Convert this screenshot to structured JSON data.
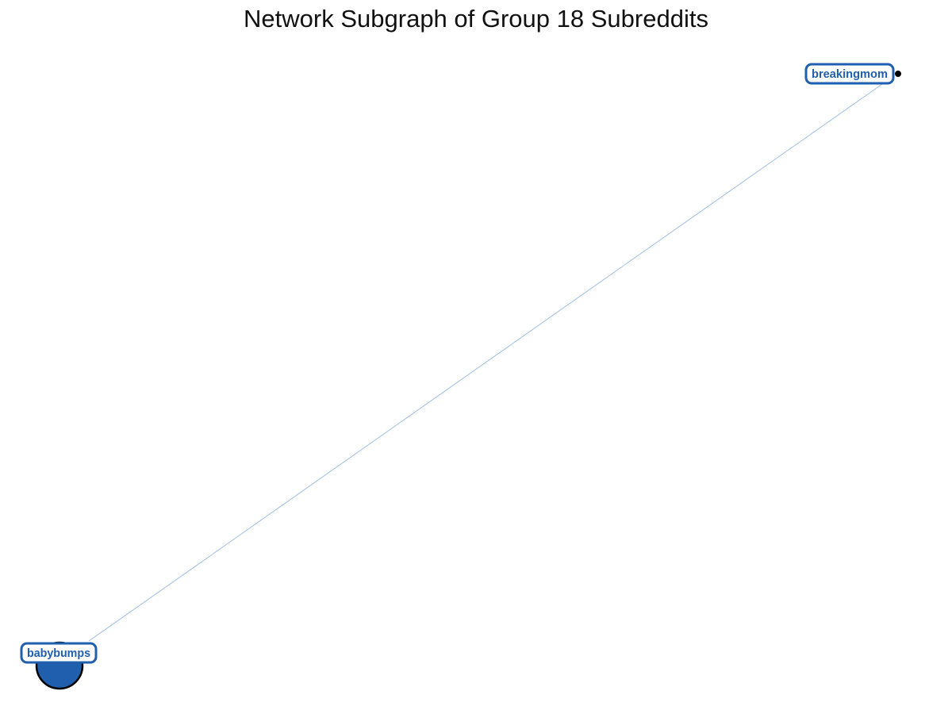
{
  "title": "Network Subgraph of Group 18 Subreddits",
  "colors": {
    "node_fill": "#1f5fad",
    "node_stroke": "#000000",
    "edge": "#9dbde6",
    "label_border": "#1f5fad",
    "label_text": "#1f5fad",
    "label_bg": "#ffffff"
  },
  "nodes": [
    {
      "id": "breakingmom",
      "label": "breakingmom"
    },
    {
      "id": "babybumps",
      "label": "babybumps"
    }
  ],
  "edges": [
    {
      "source": "breakingmom",
      "target": "babybumps"
    }
  ]
}
